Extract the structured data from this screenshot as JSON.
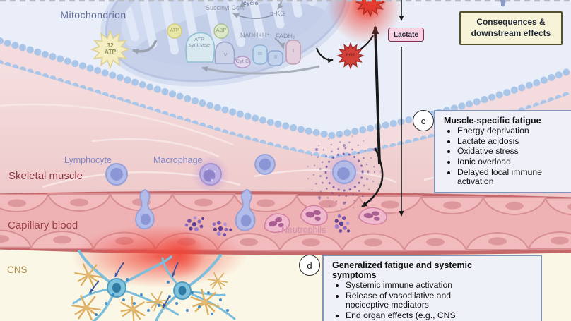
{
  "figure": {
    "type": "biomedical-illustration",
    "topic": "Mitochondrial dysfunction, lactate and ROS leading to muscle-specific and systemic fatigue"
  },
  "labels": {
    "mitochondrion": "Mitochondrion",
    "skeletal_muscle": "Skeletal muscle",
    "capillary_blood": "Capillary blood",
    "cns": "CNS",
    "lymphocyte": "Lymphocyte",
    "macrophage": "Macrophage",
    "neutrophils": "Neutrophils"
  },
  "mito": {
    "cycle": "cycle",
    "succinyl_coa": "Succinyl-CoA",
    "akg": "α-KG",
    "nadh": "NADH+H⁺",
    "fadh": "FADH₂",
    "atp": "ATP",
    "adp": "ADP",
    "atp_synthase": "ATP synthase",
    "complex_iv": "IV",
    "cyt_c": "Cyt C",
    "complex_iii": "III",
    "complex_ii": "II",
    "complex_i": "I",
    "atp32_line1": "32",
    "atp32_line2": "ATP"
  },
  "molecules": {
    "ros": "ROS",
    "lactate": "Lactate"
  },
  "consequences_box": {
    "line1": "Consequences &",
    "line2": "downstream effects"
  },
  "annotation_c": {
    "letter": "c",
    "title": "Muscle-specific fatigue",
    "bullets": [
      "Energy deprivation",
      "Lactate acidosis",
      "Oxidative stress",
      "Ionic overload",
      "Delayed local immune activation"
    ]
  },
  "annotation_d": {
    "letter": "d",
    "title": "Generalized fatigue and systemic symptoms",
    "bullets": [
      "Systemic immune activation",
      "Release of vasodilative and nociceptive mediators",
      "End organ effects (e.g., CNS modulation)"
    ]
  },
  "colors": {
    "cell_interior": "#e9eef8",
    "muscle_pink": "#f2d4d6",
    "capillary_wall": "#c4686c",
    "capillary_lumen": "#efb2b4",
    "cns_cream": "#fbf7e6",
    "consequences_fill": "#f7f3d8",
    "lactate_fill": "#f7d3e3",
    "ros_red": "#d4413b",
    "atp_star_yellow": "#f5eec2",
    "neuron_blue": "#7fc2de",
    "astrocyte_tan": "#ddb066",
    "immune_purple": "#b3bce8"
  }
}
